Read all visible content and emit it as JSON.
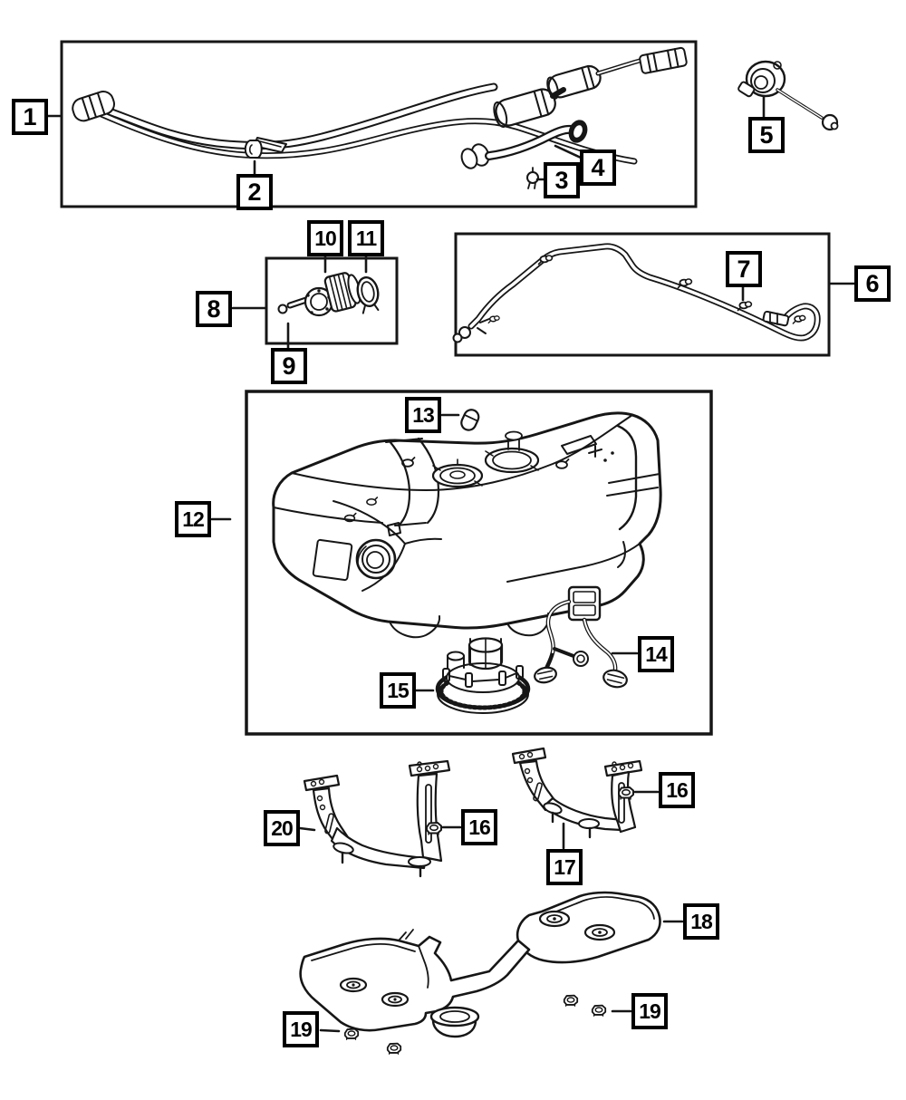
{
  "colors": {
    "background": "#ffffff",
    "line": "#161616",
    "callout_border": "#000000"
  },
  "callouts": [
    {
      "id": "callout-1",
      "label": "1"
    },
    {
      "id": "callout-2",
      "label": "2"
    },
    {
      "id": "callout-3",
      "label": "3"
    },
    {
      "id": "callout-4",
      "label": "4"
    },
    {
      "id": "callout-5",
      "label": "5"
    },
    {
      "id": "callout-6",
      "label": "6"
    },
    {
      "id": "callout-7",
      "label": "7"
    },
    {
      "id": "callout-8",
      "label": "8"
    },
    {
      "id": "callout-9",
      "label": "9"
    },
    {
      "id": "callout-10",
      "label": "10"
    },
    {
      "id": "callout-11",
      "label": "11"
    },
    {
      "id": "callout-12",
      "label": "12"
    },
    {
      "id": "callout-13",
      "label": "13"
    },
    {
      "id": "callout-14",
      "label": "14"
    },
    {
      "id": "callout-15",
      "label": "15"
    },
    {
      "id": "callout-16a",
      "label": "16"
    },
    {
      "id": "callout-16b",
      "label": "16"
    },
    {
      "id": "callout-17",
      "label": "17"
    },
    {
      "id": "callout-18",
      "label": "18"
    },
    {
      "id": "callout-19a",
      "label": "19"
    },
    {
      "id": "callout-19b",
      "label": "19"
    },
    {
      "id": "callout-20",
      "label": "20"
    }
  ]
}
